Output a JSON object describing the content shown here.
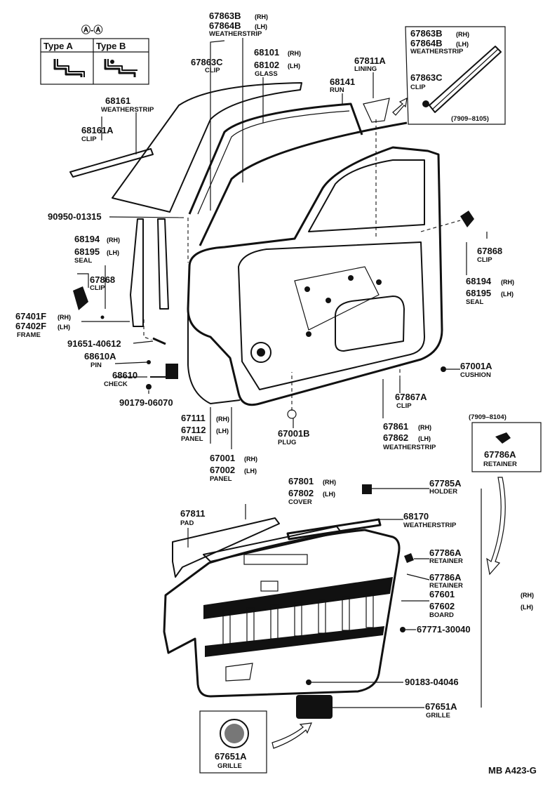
{
  "diagram_code": "MB A423-G",
  "type_box": {
    "marker": "Ⓐ-Ⓐ",
    "type_a": "Type A",
    "type_b": "Type B"
  },
  "inset_top": {
    "range": "(7909–8105)"
  },
  "inset_mid": {
    "range": "(7909–8104)",
    "part": "67786A",
    "name": "RETAINER"
  },
  "inset_bottom": {
    "part": "67651A",
    "name": "GRILLE"
  },
  "callouts": {
    "ws_top": {
      "rh": "67863B",
      "lh": "67864B",
      "rh_tag": "(RH)",
      "lh_tag": "(LH)",
      "name": "WEATHERSTRIP"
    },
    "ws_inset": {
      "rh": "67863B",
      "lh": "67864B",
      "rh_tag": "(RH)",
      "lh_tag": "(LH)",
      "name": "WEATHERSTRIP"
    },
    "clip_c": {
      "part": "67863C",
      "name": "CLIP"
    },
    "clip_c_inset": {
      "part": "67863C",
      "name": "CLIP"
    },
    "glass": {
      "rh": "68101",
      "lh": "68102",
      "rh_tag": "(RH)",
      "lh_tag": "(LH)",
      "name": "GLASS"
    },
    "lining": {
      "part": "67811A",
      "name": "LINING"
    },
    "run": {
      "part": "68141",
      "name": "RUN"
    },
    "ws_belt": {
      "part": "68161",
      "name": "WEATHERSTRIP"
    },
    "clip_belt": {
      "part": "68161A",
      "name": "CLIP"
    },
    "bolt_top": {
      "part": "90950-01315"
    },
    "seal_left": {
      "rh": "68194",
      "lh": "68195",
      "rh_tag": "(RH)",
      "lh_tag": "(LH)",
      "name": "SEAL"
    },
    "clip_left": {
      "part": "67868",
      "name": "CLIP"
    },
    "frame": {
      "rh": "67401F",
      "lh": "67402F",
      "rh_tag": "(RH)",
      "lh_tag": "(LH)",
      "name": "FRAME"
    },
    "screw": {
      "part": "91651-40612"
    },
    "pin": {
      "part": "68610A",
      "name": "PIN"
    },
    "check": {
      "part": "68610",
      "name": "CHECK"
    },
    "bolt_check": {
      "part": "90179-06070"
    },
    "panel_outer": {
      "rh": "67111",
      "lh": "67112",
      "rh_tag": "(RH)",
      "lh_tag": "(LH)",
      "name": "PANEL"
    },
    "panel": {
      "rh": "67001",
      "lh": "67002",
      "rh_tag": "(RH)",
      "lh_tag": "(LH)",
      "name": "PANEL"
    },
    "plug": {
      "part": "67001B",
      "name": "PLUG"
    },
    "clip_right": {
      "part": "67868",
      "name": "CLIP"
    },
    "seal_right": {
      "rh": "68194",
      "lh": "68195",
      "rh_tag": "(RH)",
      "lh_tag": "(LH)",
      "name": "SEAL"
    },
    "cushion": {
      "part": "67001A",
      "name": "CUSHION"
    },
    "clip_ws": {
      "part": "67867A",
      "name": "CLIP"
    },
    "ws_door": {
      "rh": "67861",
      "lh": "67862",
      "rh_tag": "(RH)",
      "lh_tag": "(LH)",
      "name": "WEATHERSTRIP"
    },
    "cover": {
      "rh": "67801",
      "lh": "67802",
      "rh_tag": "(RH)",
      "lh_tag": "(LH)",
      "name": "COVER"
    },
    "pad": {
      "part": "67811",
      "name": "PAD"
    },
    "holder": {
      "part": "67785A",
      "name": "HOLDER"
    },
    "ws_inner": {
      "part": "68170",
      "name": "WEATHERSTRIP"
    },
    "retainer1": {
      "part": "67786A",
      "name": "RETAINER"
    },
    "retainer2": {
      "part": "67786A",
      "name": "RETAINER"
    },
    "board": {
      "rh": "67601",
      "lh": "67602",
      "rh_tag": "(RH)",
      "lh_tag": "(LH)",
      "name": "BOARD"
    },
    "screw2": {
      "part": "67771-30040"
    },
    "clip_board": {
      "part": "90183-04046"
    },
    "grille": {
      "part": "67651A",
      "name": "GRILLE"
    }
  }
}
